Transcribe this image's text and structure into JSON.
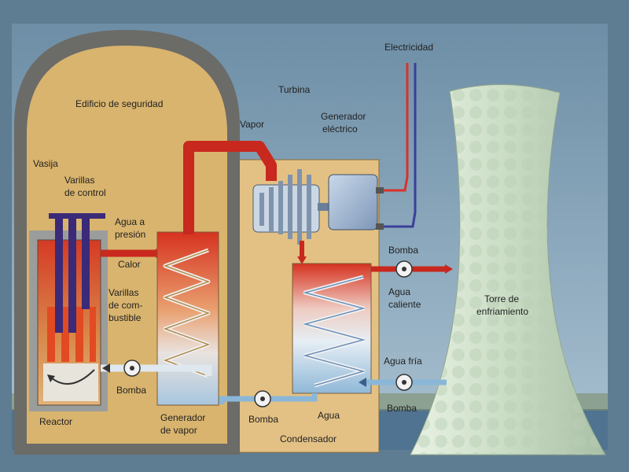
{
  "labels": {
    "building": "Edificio de seguridad",
    "vessel": "Vasija",
    "control_rods_1": "Varillas",
    "control_rods_2": "de control",
    "pressurized_water_1": "Agua a",
    "pressurized_water_2": "presión",
    "heat": "Calor",
    "fuel_rods_1": "Varillas",
    "fuel_rods_2": "de com-",
    "fuel_rods_3": "bustible",
    "reactor": "Reactor",
    "pump_reactor": "Bomba",
    "steam_gen_1": "Generador",
    "steam_gen_2": "de vapor",
    "steam": "Vapor",
    "turbine": "Turbina",
    "generator_1": "Generador",
    "generator_2": "eléctrico",
    "electricity": "Electricidad",
    "pump_hot": "Bomba",
    "hot_water_1": "Agua",
    "hot_water_2": "caliente",
    "cooling_tower_1": "Torre de",
    "cooling_tower_2": "enfriamiento",
    "cold_water": "Agua fría",
    "pump_cold": "Bomba",
    "pump_condensate": "Bomba",
    "water": "Agua",
    "condenser": "Condensador"
  },
  "colors": {
    "dome": "#6b6b68",
    "building_fill": "#d9b46e",
    "turbine_hall": "#e3c184",
    "hot_pipe": "#c8281e",
    "cold_pipe": "#8ab7d8",
    "rod": "#3b2a78",
    "tower": "#cfe3c9",
    "sky": "#8fb0c8",
    "water_body": "#4f7390"
  }
}
